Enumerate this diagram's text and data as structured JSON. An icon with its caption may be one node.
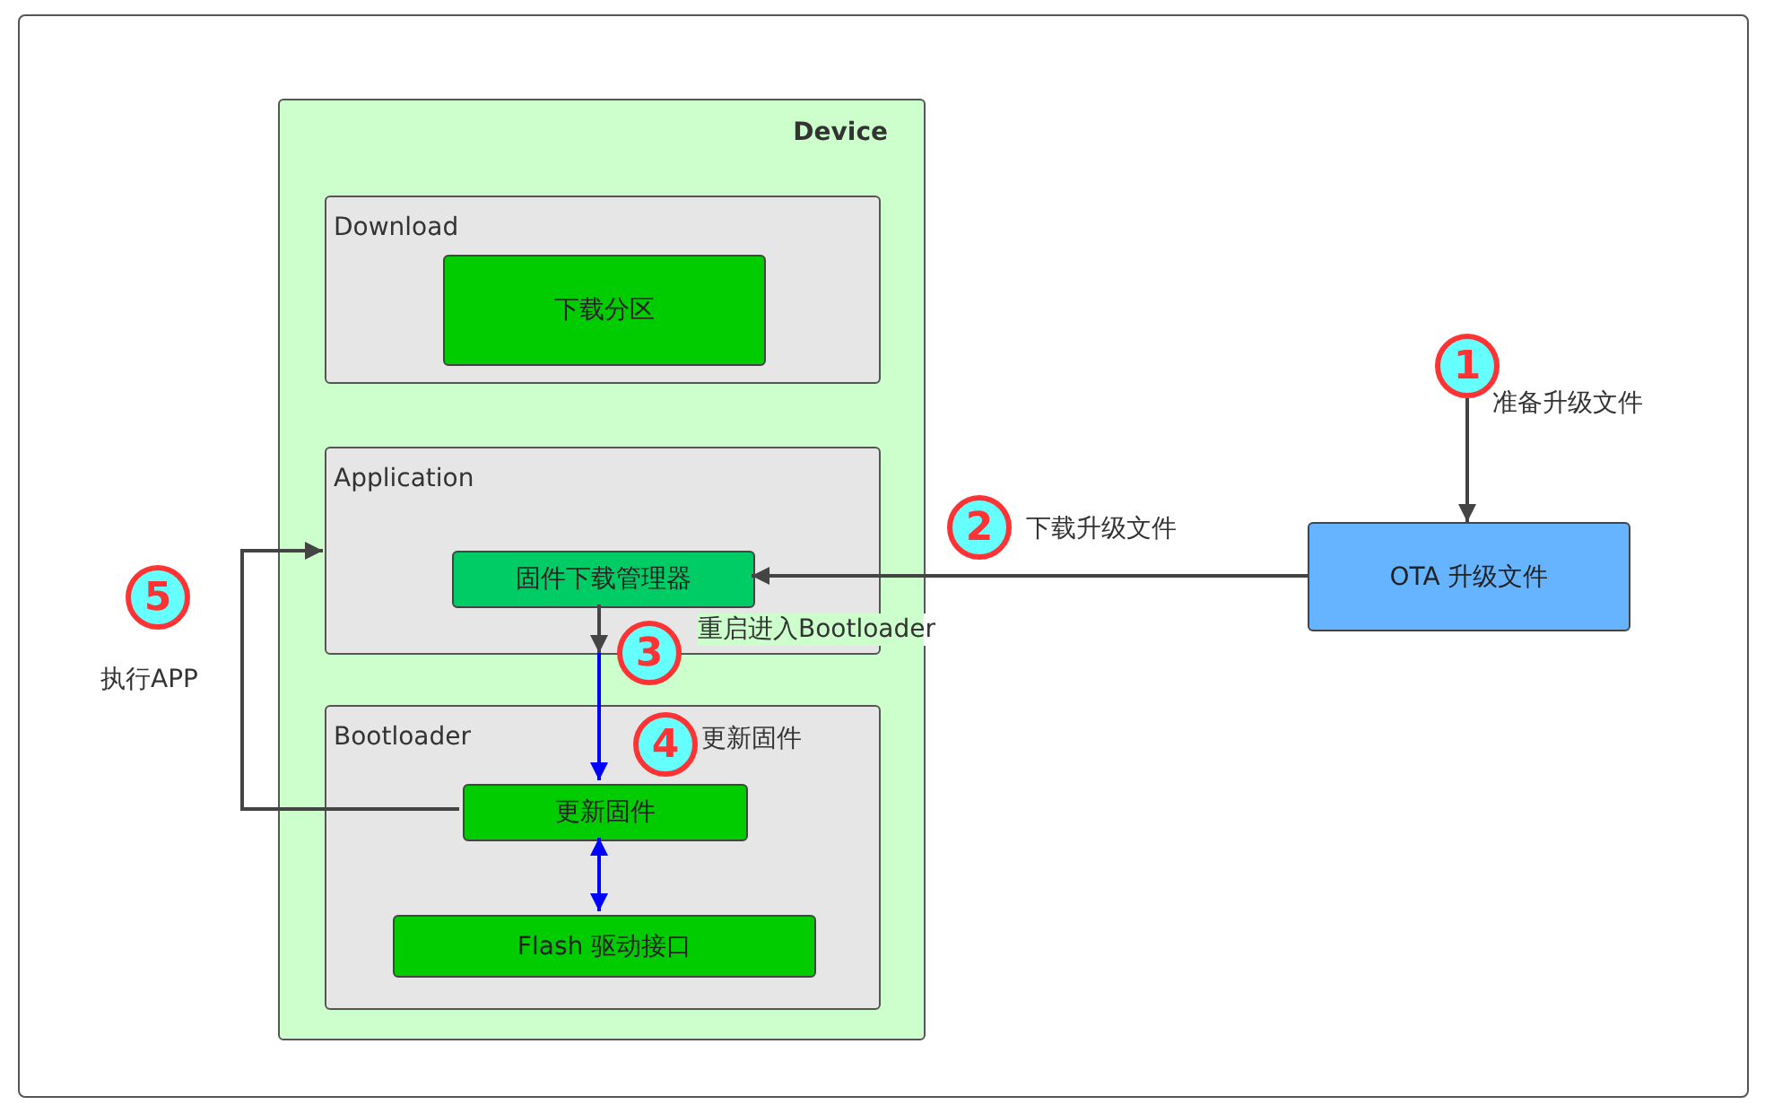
{
  "diagram": {
    "nodes": [
      {
        "text": [
          "Device"
        ]
      },
      {
        "text": [
          "Download"
        ],
        "in": 0
      },
      {
        "text": [
          "下载分区"
        ],
        "in": 1
      },
      {
        "text": [
          "Application"
        ],
        "in": 0
      },
      {
        "text": [
          "固件下载管理器"
        ],
        "in": 3
      },
      {
        "text": [
          "Bootloader"
        ],
        "in": 0
      },
      {
        "text": [
          "更新固件"
        ],
        "in": 5
      },
      {
        "text": [
          "Flash 驱动接口"
        ],
        "in": 5
      },
      {
        "text": [
          "OTA 升级文件"
        ]
      },
      {
        "text": [
          "1"
        ],
        "beside": [
          "准备升级文件"
        ]
      },
      {
        "text": [
          "2"
        ],
        "beside": [
          "下载升级文件"
        ]
      },
      {
        "text": [
          "3"
        ],
        "beside": [
          "重启进入Bootloader"
        ],
        "in": 0
      },
      {
        "text": [
          "4"
        ],
        "beside": [
          "更新固件"
        ],
        "in": 5
      },
      {
        "text": [
          "5"
        ],
        "beside": [
          "执行APP"
        ]
      }
    ],
    "edges": [
      {
        "from": 9,
        "to": 8,
        "arrow": "to"
      },
      {
        "from": 8,
        "to": 4,
        "arrow": "to"
      },
      {
        "from": 4,
        "to": 3,
        "arrow": "to"
      },
      {
        "from": 3,
        "to": 6,
        "arrow": "to",
        "color": "#0000ff"
      },
      {
        "from": 6,
        "to": 7,
        "arrow": "both",
        "color": "#0000ff"
      },
      {
        "from": 6,
        "to": 3,
        "arrow": "to"
      }
    ]
  }
}
